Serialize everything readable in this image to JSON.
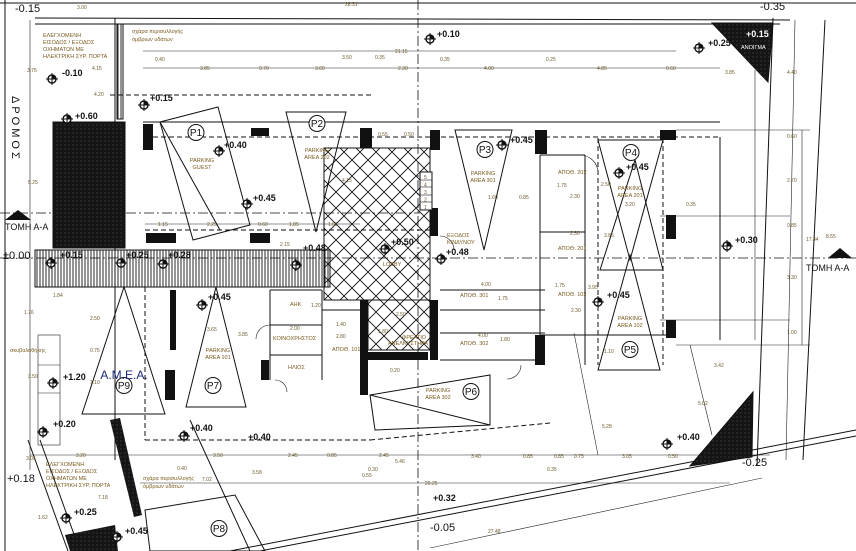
{
  "drawing": {
    "road_label": "ΔΡΟΜΟΣ",
    "section_left": "ΤΟΜΗ Α-Α",
    "section_right": "ΤΟΜΗ Α-Α",
    "amea": "A.M.E.A.",
    "opening_label": "ΑΝΟΙΓΜΑ",
    "lobby": "LOBBY",
    "emergency_exit": [
      "ΕΞΟΔΟΣ",
      "ΚΙΝΔΥΝΟΥ"
    ],
    "ahk": "ΑΗΚ",
    "common": "ΚΟΙΝΟΧΡΗΣΤΟΣ",
    "solar": "ΗΛΙΟΣ",
    "elevator_shaft": [
      "ΦΡΕΑΤΙΟ",
      "ΑΝΕΛΚΥΣΤΗΡΑ"
    ],
    "bins": "σκυβαλοθήκης",
    "gate_note_top": [
      "ΕΛΕΓΧΟΜΕΝΗ",
      "ΕΙΣΟΔΟΣ / ΕΞΟΔΟΣ",
      "ΟΧΗΜΑΤΩΝ ΜΕ",
      "ΗΛΕΚΤΡΙΚΗ ΣΥΡ. ΠΟΡΤΑ"
    ],
    "gate_note_bottom": [
      "ΕΛΕΓΧΟΜΕΝΗ",
      "ΕΙΣΟΔΟΣ / ΕΞΟΔΟΣ",
      "ΟΧΗΜΑΤΩΝ ΜΕ",
      "ΗΛΕΚΤΡΙΚΗ ΣΥΡ. ΠΟΡΤΑ"
    ],
    "grate_note_top": [
      "σχάρα περισυλλογής",
      "όμβριων υδάτων"
    ],
    "grate_note_bottom": [
      "σχάρα περισυλλογής",
      "όμβριων υδάτων"
    ],
    "stair_steps": [
      "1",
      "2",
      "3",
      "4",
      "5"
    ]
  },
  "parking": [
    {
      "id": "P1",
      "label": [
        "PARKING",
        "GUEST"
      ]
    },
    {
      "id": "P2",
      "label": [
        "PARKING",
        "AREA 202"
      ]
    },
    {
      "id": "P3",
      "label": [
        "PARKING",
        "AREA 301"
      ]
    },
    {
      "id": "P4",
      "label": [
        "PARKING",
        "AREA 201"
      ]
    },
    {
      "id": "P5",
      "label": [
        "PARKING",
        "AREA 102"
      ]
    },
    {
      "id": "P6",
      "label": [
        "PARKING",
        "AREA 302"
      ]
    },
    {
      "id": "P7",
      "label": [
        "PARKING",
        "AREA 101"
      ]
    },
    {
      "id": "P8",
      "label": []
    },
    {
      "id": "P9",
      "label": []
    }
  ],
  "storage": [
    "ΑΠΟΘ. 202",
    "ΑΠΟΘ. 201",
    "ΑΠΟΘ. 301",
    "ΑΠΟΘ. 302",
    "ΑΠΟΘ. 102",
    "ΑΠΟΘ. 101"
  ],
  "elevations": [
    "-0.15",
    "-0.35",
    "-0.10",
    "+0.60",
    "+0.15",
    "+0.10",
    "+0.25",
    "+0.15",
    "+0.40",
    "+0.45",
    "+0.45",
    "+0.45",
    "+0.30",
    "+0.15",
    "+0.25",
    "+0.28",
    "+0.48",
    "+0.50",
    "+0.48",
    "±0.00",
    "+0.45",
    "+0.45",
    "+1.20",
    "+0.20",
    "+0.40",
    "+0.40",
    "-0.25",
    "+0.18",
    "+0.32",
    "-0.05",
    "+0.25",
    "+0.45",
    "+0.40"
  ],
  "dimensions": [
    "3.00",
    "28.31",
    "21.15",
    "0.40",
    "3.85",
    "0.70",
    "3.60",
    "3.50",
    "0.35",
    "2.30",
    "0.35",
    "4.00",
    "0.25",
    "4.85",
    "0.60",
    "3.85",
    "4.40",
    "0.60",
    "2.70",
    "0.85",
    "17.44",
    "8.55",
    "3.30",
    "1.00",
    "3.75",
    "4.15",
    "4.20",
    "5.25",
    "1.15",
    "2.25",
    "0.60",
    "1.85",
    "1.65",
    "4.15",
    "2.15",
    "0.55",
    "0.50",
    "1.84",
    "1.76",
    "2.50",
    "0.75",
    "1.10",
    "3.50",
    "3.65",
    "3.85",
    "1.20",
    "2.00",
    "1.40",
    "2.80",
    "2.50",
    "1.80",
    "0.20",
    "1.75",
    "2.30",
    "1.60",
    "0.85",
    "3.20",
    "0.35",
    "2.50",
    "3.85",
    "2.30",
    "4.00",
    "1.75",
    "1.75",
    "2.30",
    "4.00",
    "1.80",
    "3.95",
    "1.10",
    "3.42",
    "5.02",
    "5.28",
    "3.20",
    "3.50",
    "2.45",
    "0.85",
    "2.45",
    "5.46",
    "3.40",
    "0.85",
    "0.85",
    "0.75",
    "3.05",
    "0.50",
    "0.40",
    "0.30",
    "0.55",
    "0.35",
    "3.58",
    "7.02",
    "7.18",
    "20.25",
    "27.48",
    "1.62",
    "3.05"
  ]
}
